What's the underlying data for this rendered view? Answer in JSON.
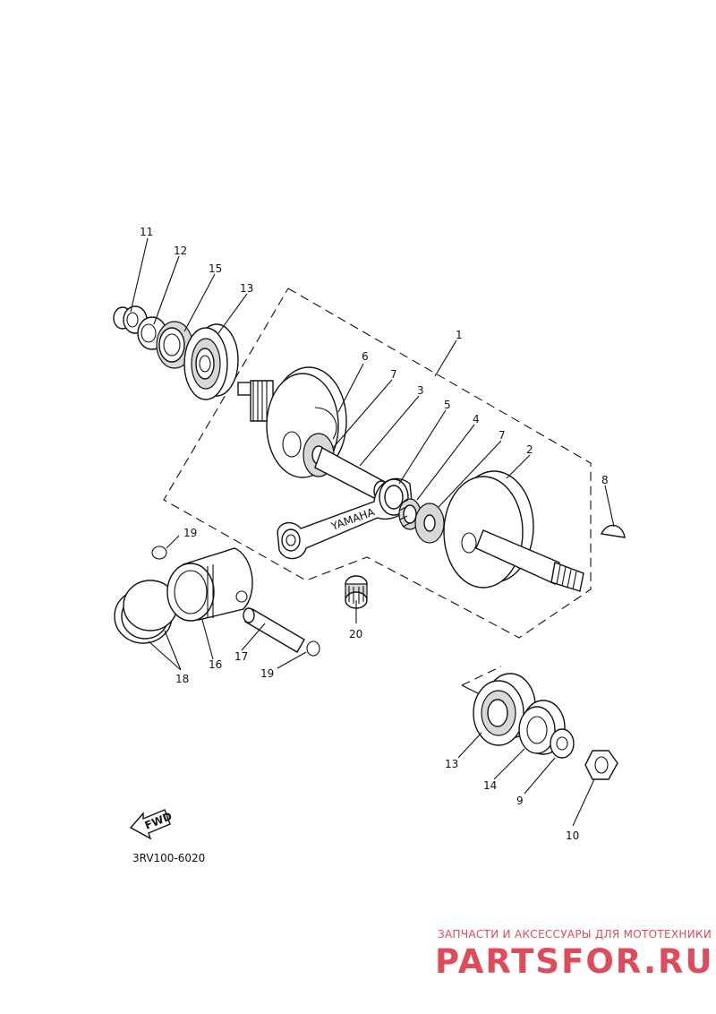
{
  "diagram": {
    "code": "3RV100-6020",
    "fwd_label": "FWD",
    "callouts": {
      "c1": "1",
      "c2": "2",
      "c3": "3",
      "c4": "4",
      "c5": "5",
      "c6": "6",
      "c7a": "7",
      "c7b": "7",
      "c8": "8",
      "c9": "9",
      "c10": "10",
      "c11": "11",
      "c12": "12",
      "c13a": "13",
      "c13b": "13",
      "c14": "14",
      "c15": "15",
      "c16": "16",
      "c17": "17",
      "c18": "18",
      "c19a": "19",
      "c19b": "19",
      "c20": "20"
    }
  },
  "watermark": {
    "tagline": "ЗАПЧАСТИ И АКСЕССУАРЫ ДЛЯ МОТОТЕХНИКИ",
    "brand": "PARTSFOR.RU",
    "color": "#e04b5b"
  }
}
